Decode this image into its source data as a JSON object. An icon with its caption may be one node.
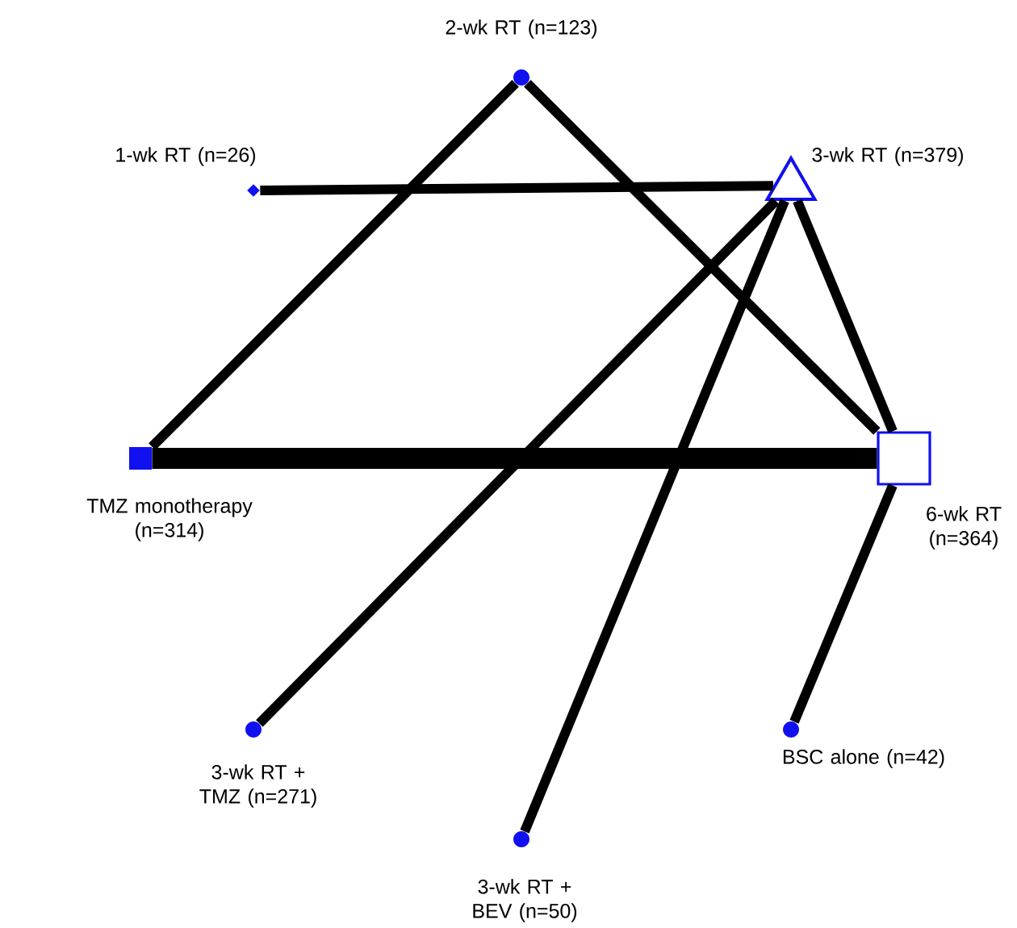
{
  "diagram": {
    "nodes": [
      {
        "text": [
          "2-wk RT (n=123)"
        ]
      },
      {
        "text": [
          "1-wk RT (n=26)"
        ]
      },
      {
        "text": [
          "3-wk RT (n=379)"
        ]
      },
      {
        "text": [
          "TMZ monotherapy (n=314)"
        ]
      },
      {
        "text": [
          "6-wk RT (n=364)"
        ]
      },
      {
        "text": [
          "3-wk RT + TMZ (n=271)"
        ]
      },
      {
        "text": [
          "BSC alone (n=42)"
        ]
      },
      {
        "text": [
          "3-wk RT + BEV (n=50)"
        ]
      }
    ],
    "edges": [
      {
        "from": 0,
        "to": 3,
        "arrow": "none"
      },
      {
        "from": 0,
        "to": 4,
        "arrow": "none"
      },
      {
        "from": 1,
        "to": 2,
        "arrow": "none"
      },
      {
        "from": 2,
        "to": 5,
        "arrow": "none"
      },
      {
        "from": 2,
        "to": 7,
        "arrow": "none"
      },
      {
        "from": 2,
        "to": 4,
        "arrow": "none"
      },
      {
        "from": 3,
        "to": 4,
        "arrow": "none",
        "style": "thick"
      },
      {
        "from": 6,
        "to": 4,
        "arrow": "none"
      }
    ]
  }
}
